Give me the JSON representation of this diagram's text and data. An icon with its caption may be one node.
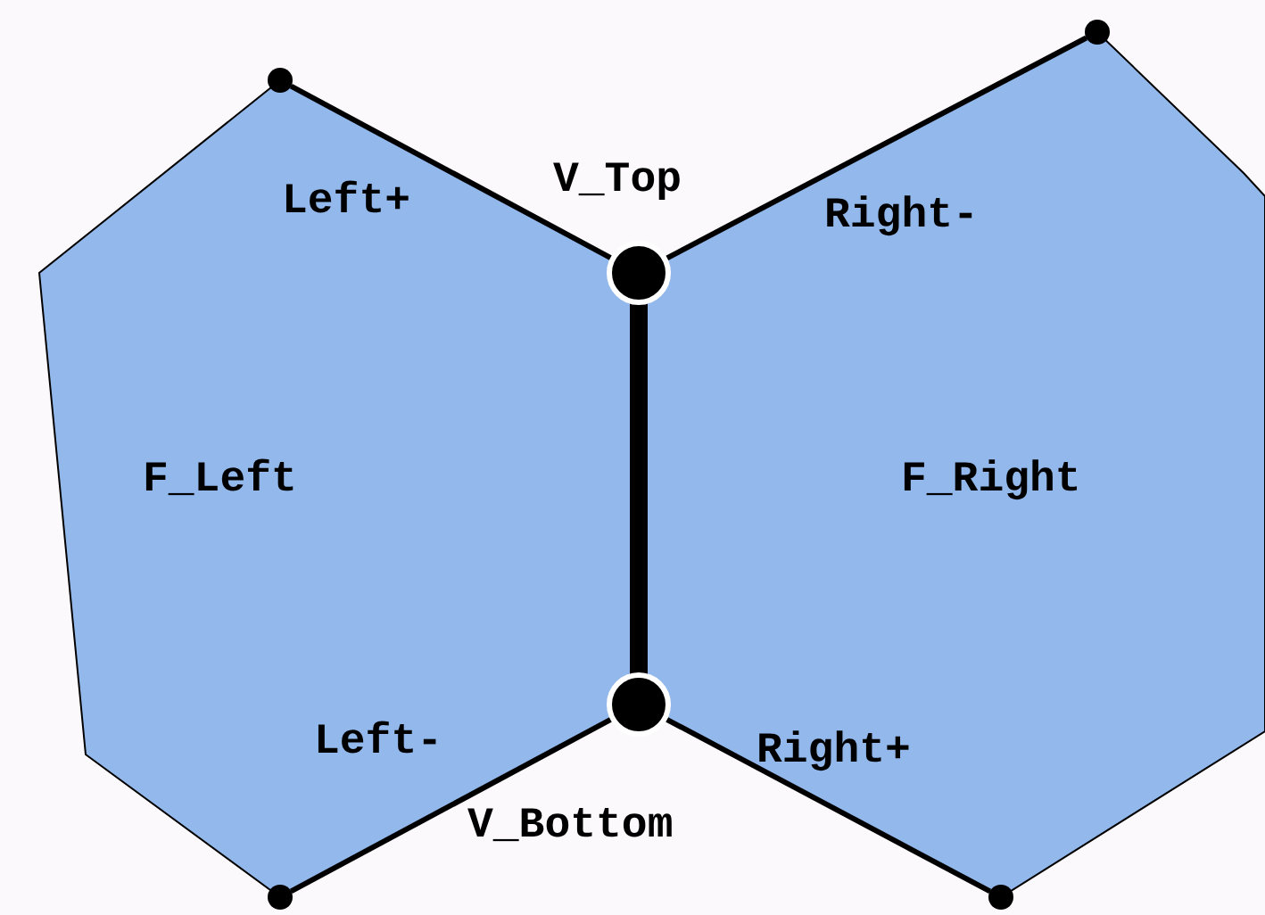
{
  "diagram": {
    "nodes": [
      {
        "text": [
          "F_Left"
        ]
      },
      {
        "text": [
          "F_Right"
        ]
      },
      {
        "text": [],
        "shape": "circle"
      },
      {
        "text": [],
        "shape": "circle"
      },
      {
        "text": [],
        "shape": "circle"
      },
      {
        "text": [],
        "shape": "circle"
      },
      {
        "text": [],
        "shape": "circle"
      },
      {
        "text": [],
        "shape": "circle"
      }
    ],
    "edges": [
      {
        "from": 2,
        "to": 4,
        "arrow": "none",
        "label": "Left+"
      },
      {
        "from": 4,
        "to": 3,
        "arrow": "none",
        "label": "Right-"
      },
      {
        "from": 4,
        "to": 5,
        "arrow": "none",
        "style": "thick"
      },
      {
        "from": 5,
        "to": 6,
        "arrow": "none",
        "label": "Left-"
      },
      {
        "from": 5,
        "to": 7,
        "arrow": "none",
        "label": "Right+"
      }
    ],
    "labels": [
      "V_Top",
      "V_Bottom"
    ]
  }
}
